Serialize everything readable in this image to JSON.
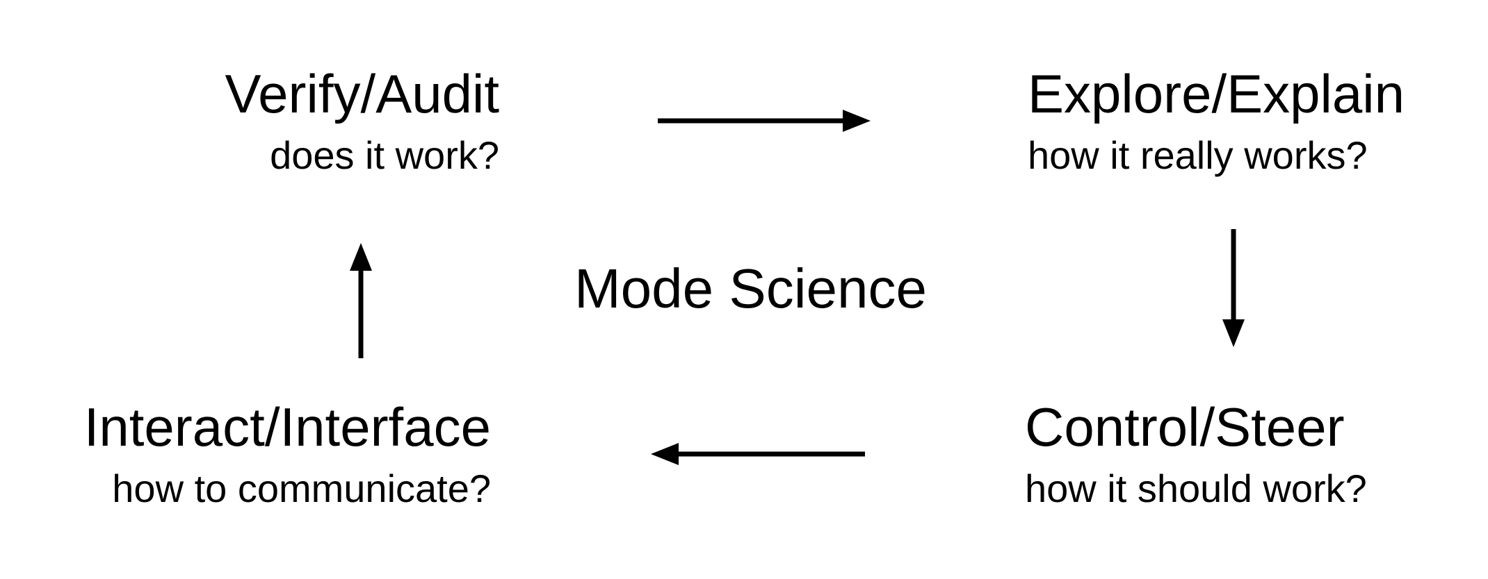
{
  "diagram": {
    "center": {
      "label": "Mode Science"
    },
    "nodes": {
      "verify": {
        "title": "Verify/Audit",
        "subtitle": "does it work?"
      },
      "explore": {
        "title": "Explore/Explain",
        "subtitle": "how it really works?"
      },
      "control": {
        "title": "Control/Steer",
        "subtitle": "how it should work?"
      },
      "interact": {
        "title": "Interact/Interface",
        "subtitle": "how to communicate?"
      }
    },
    "edges": [
      {
        "from": "Verify/Audit",
        "to": "Explore/Explain"
      },
      {
        "from": "Explore/Explain",
        "to": "Control/Steer"
      },
      {
        "from": "Control/Steer",
        "to": "Interact/Interface"
      },
      {
        "from": "Interact/Interface",
        "to": "Verify/Audit"
      }
    ]
  }
}
